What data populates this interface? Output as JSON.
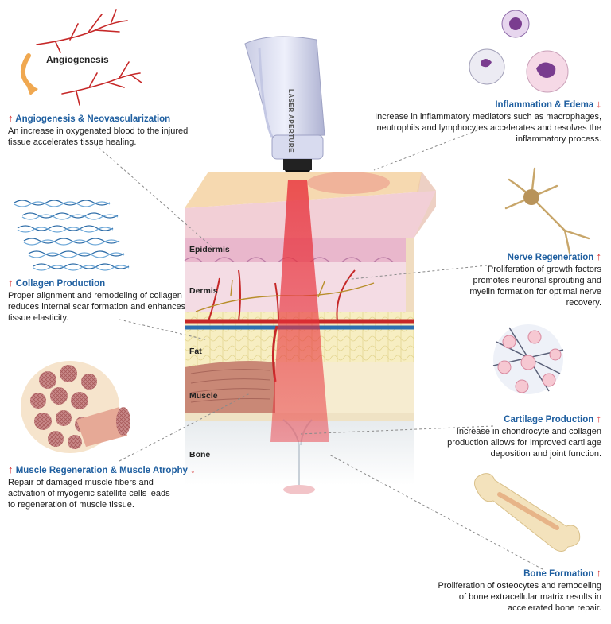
{
  "illustration_labels": {
    "angiogenesis": "Angiogenesis",
    "device": "LASER APERTURE",
    "layers": [
      "Epidermis",
      "Dermis",
      "Fat",
      "Muscle",
      "Bone"
    ]
  },
  "effects": [
    {
      "title": "Angiogenesis & Neovascularization",
      "description": "An increase in oxygenated blood to the injured tissue accelerates tissue healing.",
      "markers": [
        "up"
      ]
    },
    {
      "title": "Collagen Production",
      "description": "Proper alignment and remodeling of collagen reduces internal scar formation and enhances tissue elasticity.",
      "markers": [
        "up"
      ]
    },
    {
      "title": "Muscle Regeneration & Muscle Atrophy",
      "description": "Repair of damaged muscle fibers and activation of myogenic satellite cells leads to regeneration of muscle tissue.",
      "markers": [
        "up",
        "down"
      ]
    },
    {
      "title": "Inflammation & Edema",
      "description": "Increase in inflammatory mediators such as macrophages, neutrophils and lymphocytes  accelerates and resolves the inflammatory process.",
      "markers": [
        "down"
      ]
    },
    {
      "title": "Nerve Regeneration",
      "description": "Proliferation of growth factors promotes neuronal sprouting and myelin formation for optimal nerve recovery.",
      "markers": [
        "up"
      ]
    },
    {
      "title": "Cartilage Production",
      "description": "Increase in chondrocyte and collagen production allows for improved cartilage deposition and joint function.",
      "markers": [
        "up"
      ]
    },
    {
      "title": "Bone Formation",
      "description": "Proliferation of osteocytes and remodeling of bone extracellular matrix results in accelerated bone repair.",
      "markers": [
        "up"
      ]
    }
  ],
  "colors": {
    "title": "#1f5fa0",
    "up_arrow": "#d42a2a",
    "down_arrow": "#d42a2a",
    "laser": "#e8303a"
  }
}
